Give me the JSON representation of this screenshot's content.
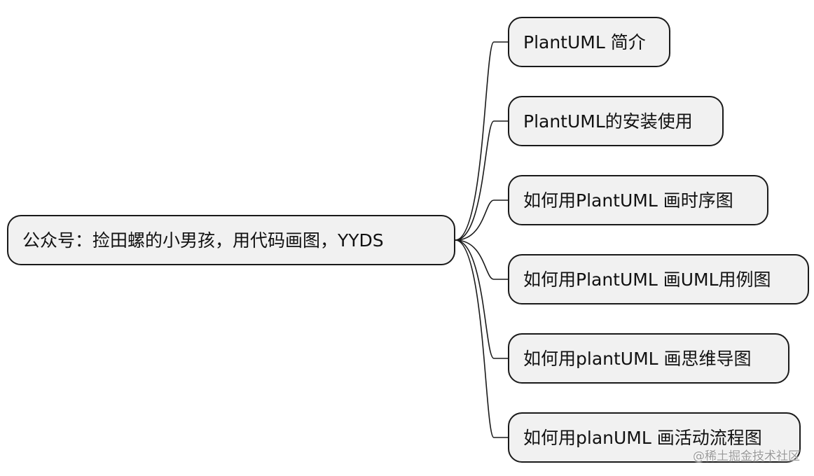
{
  "diagram": {
    "root": {
      "label": "公众号：捡田螺的小男孩，用代码画图，YYDS"
    },
    "children": [
      {
        "label": "PlantUML 简介"
      },
      {
        "label": "PlantUML的安装使用"
      },
      {
        "label": "如何用PlantUML 画时序图"
      },
      {
        "label": "如何用PlantUML 画UML用例图"
      },
      {
        "label": "如何用plantUML 画思维导图"
      },
      {
        "label": "如何用planUML 画活动流程图"
      }
    ]
  },
  "watermark": {
    "text": "@稀土掘金技术社区"
  },
  "colors": {
    "node_fill": "#f1f1f1",
    "node_border": "#1a1a1a",
    "connector": "#1a1a1a",
    "text": "#111111",
    "watermark": "#9a9a9a"
  }
}
